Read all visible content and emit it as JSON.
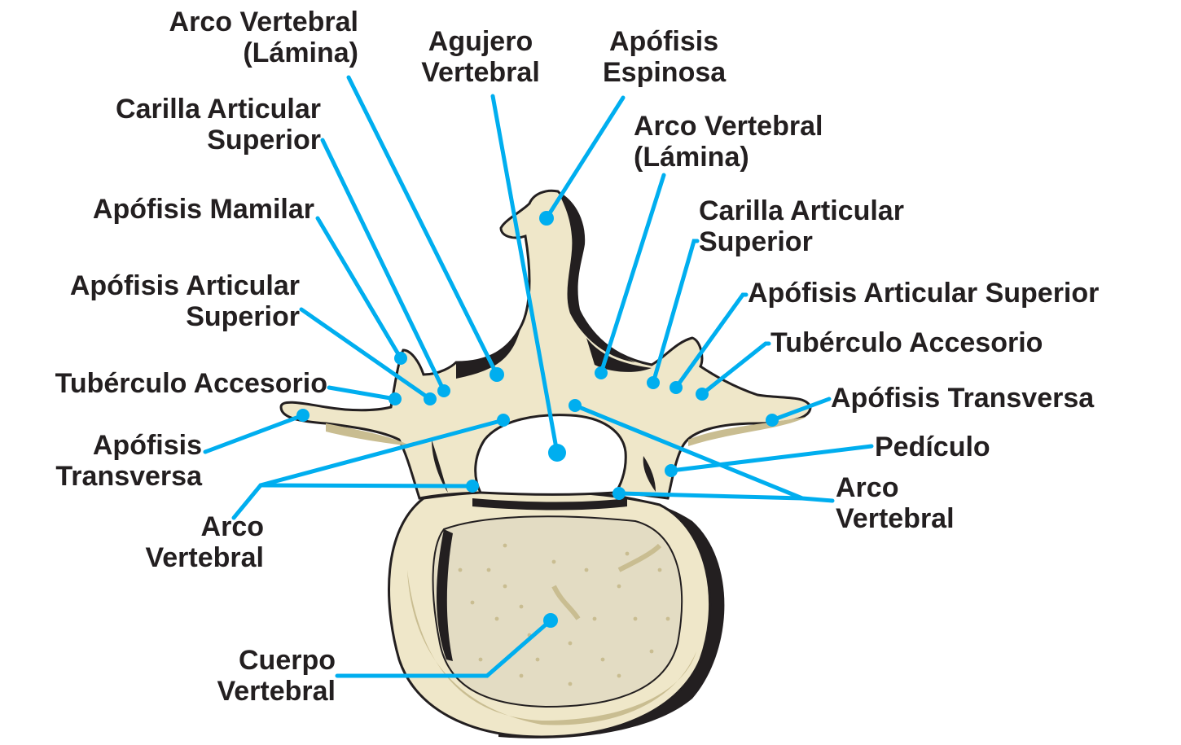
{
  "colors": {
    "leader": "#00aeef",
    "bone": "#efe7c9",
    "bone_shadow": "#c9bd91",
    "outline": "#231f20",
    "body_surface": "#e3dcc3",
    "text": "#231f20"
  },
  "labels": {
    "arco_vertebral_lamina_left": {
      "line1": "Arco Vertebral",
      "line2": "(Lámina)"
    },
    "agujero_vertebral": {
      "line1": "Agujero",
      "line2": "Vertebral"
    },
    "apofisis_espinosa": {
      "line1": "Apófisis",
      "line2": "Espinosa"
    },
    "carilla_articular_superior_left": {
      "line1": "Carilla Articular",
      "line2": "Superior"
    },
    "arco_vertebral_lamina_right": {
      "line1": "Arco Vertebral",
      "line2": "(Lámina)"
    },
    "apofisis_mamilar": {
      "line1": "Apófisis Mamilar"
    },
    "carilla_articular_superior_right": {
      "line1": "Carilla Articular",
      "line2": "Superior"
    },
    "apofisis_articular_superior_left": {
      "line1": "Apófisis Articular",
      "line2": "Superior"
    },
    "apofisis_articular_superior_right": {
      "line1": "Apófisis Articular Superior"
    },
    "tuberculo_accesorio_left": {
      "line1": "Tubérculo Accesorio"
    },
    "tuberculo_accesorio_right": {
      "line1": "Tubérculo Accesorio"
    },
    "apofisis_transversa_left": {
      "line1": "Apófisis",
      "line2": "Transversa"
    },
    "apofisis_transversa_right": {
      "line1": "Apófisis Transversa"
    },
    "pediculo": {
      "line1": "Pedículo"
    },
    "arco_vertebral_left": {
      "line1": "Arco",
      "line2": "Vertebral"
    },
    "arco_vertebral_right": {
      "line1": "Arco",
      "line2": "Vertebral"
    },
    "cuerpo_vertebral": {
      "line1": "Cuerpo",
      "line2": "Vertebral"
    }
  }
}
